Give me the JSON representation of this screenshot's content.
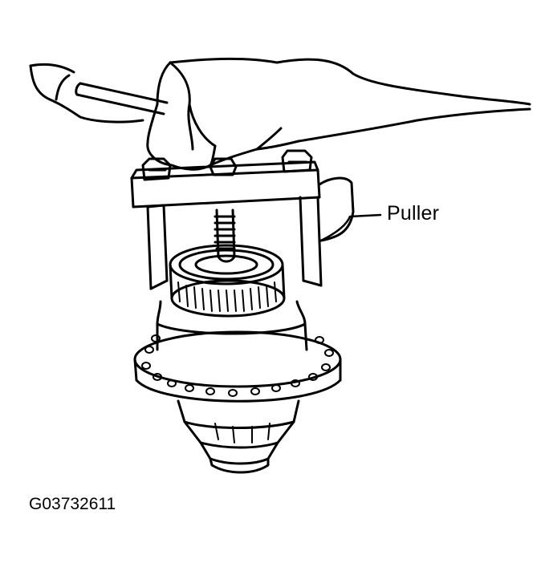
{
  "diagram": {
    "callout_label": "Puller",
    "figure_id": "G03732611"
  },
  "colors": {
    "line": "#000000",
    "background": "#ffffff"
  },
  "parts": [
    "hand-icon",
    "wrench-icon",
    "puller-tool",
    "differential-case",
    "bearing",
    "flange",
    "gear-housing"
  ]
}
